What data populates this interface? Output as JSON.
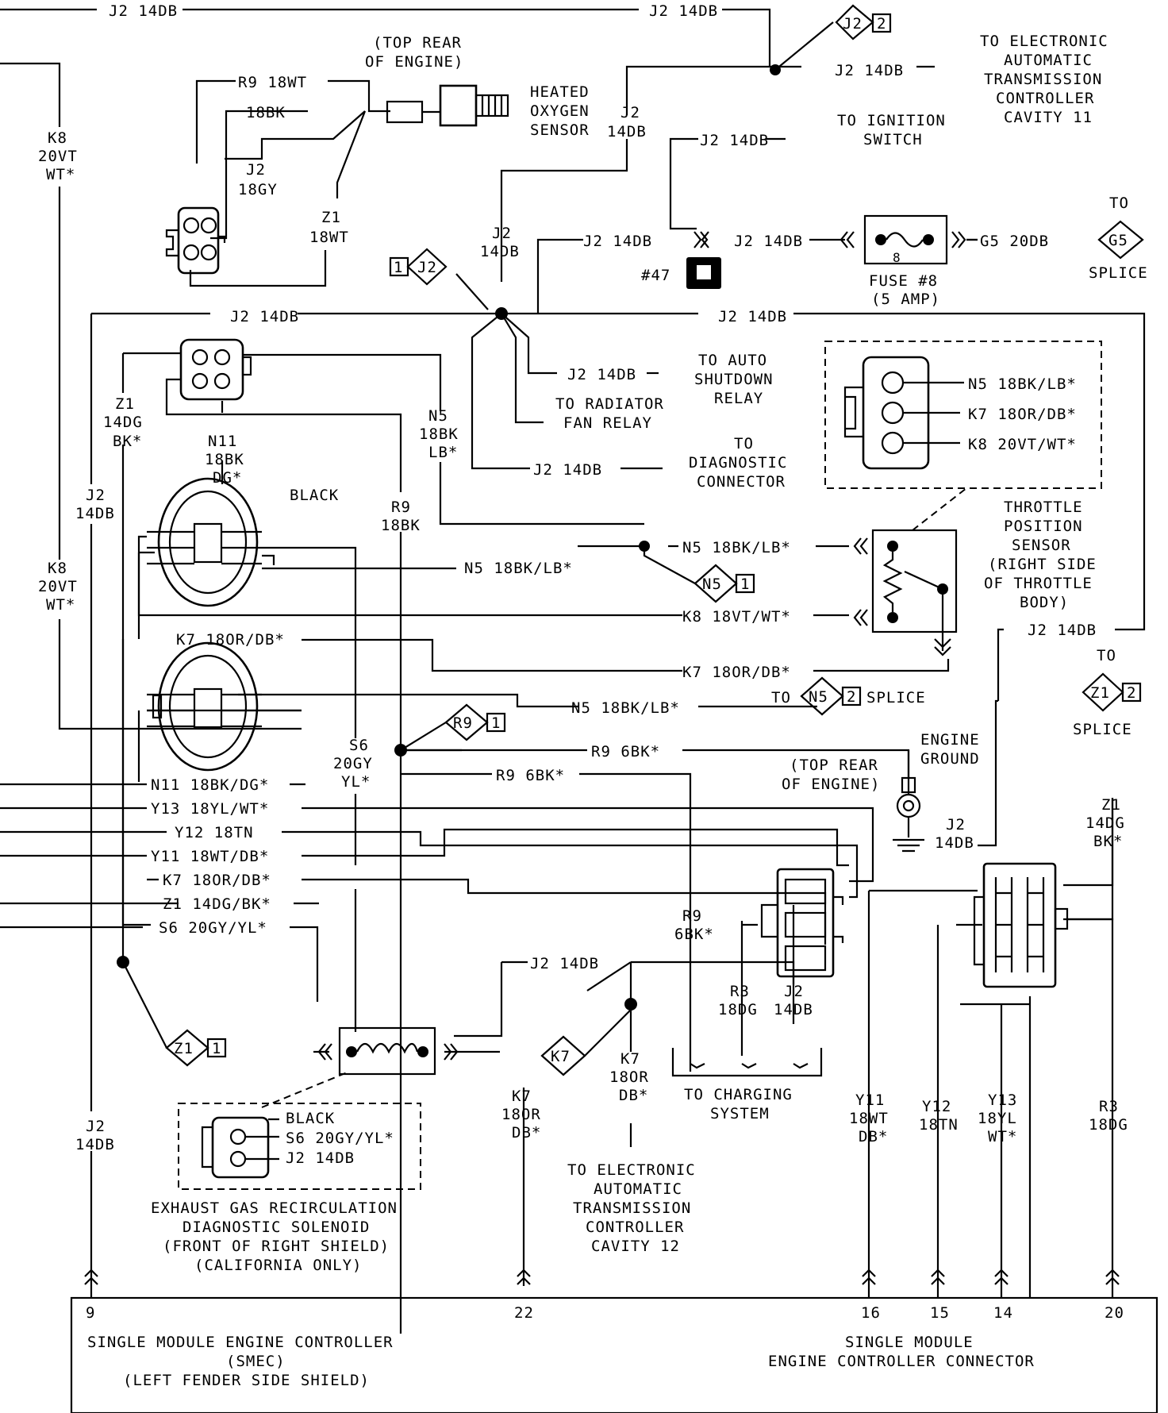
{
  "wires": {
    "j2": "J2 14DB",
    "j2_14": "14DB",
    "j2_code": "J2",
    "k8_20vt": "20VT",
    "k8_wt": "WT*",
    "k8_code": "K8",
    "z1_code": "Z1",
    "z1_14dg": "14DG",
    "z1_bk": "BK*",
    "z1_18wt": "18WT",
    "r9_18wt": "R9 18WT",
    "n11_18bk": "18BK",
    "j2_18gy": "18GY",
    "n5_label": "N5 18BK/LB*",
    "k7_label": "K7 18OR/DB*",
    "k8_label": "K8 18VT/WT*",
    "k8_20vt_wt": "K8 20VT/WT*",
    "n11_label": "N11 18BK/DG*",
    "y13_label": "Y13 18YL/WT*",
    "y12_label": "Y12 18TN",
    "y11_label": "Y11 18WT/DB*",
    "z1_label": "Z1 14DG/BK*",
    "s6_label": "S6 20GY/YL*",
    "r9_6bk": "R9 6BK*",
    "g5_label": "G5 20DB",
    "n5_code": "N5",
    "n5_18bk": "18BK",
    "n5_lb": "LB*",
    "n11_code": "N11",
    "n11_dg": "DG*",
    "r9_code": "R9",
    "r9_18bk": "18BK",
    "s6_code": "S6",
    "s6_20gy": "20GY",
    "s6_yl": "YL*",
    "r9_6bk_short": "6BK*",
    "r3_code": "R3",
    "r3_18dg": "18DG",
    "k7_code": "K7",
    "k7_18or": "18OR",
    "k7_db": "DB*",
    "y11_code": "Y11",
    "y11_18wt": "18WT",
    "y11_db": "DB*",
    "y12_code": "Y12",
    "y12_18tn": "18TN",
    "y13_code": "Y13",
    "y13_18yl": "18YL",
    "y13_wt": "WT*"
  },
  "components": {
    "o2_sensor": [
      "HEATED",
      "OXYGEN",
      "SENSOR"
    ],
    "top_rear_engine": [
      "(TOP REAR",
      "OF ENGINE)"
    ],
    "top_rear_engine2": [
      "(TOP REAR",
      "OF ENGINE)"
    ],
    "to_eatc_11": [
      "TO ELECTRONIC",
      "AUTOMATIC",
      "TRANSMISSION",
      "CONTROLLER",
      "CAVITY 11"
    ],
    "to_ignition": [
      "TO IGNITION",
      "SWITCH"
    ],
    "fuse": [
      "FUSE #8",
      "(5 AMP)"
    ],
    "fuse_no": "8",
    "connector_47": "#47",
    "to_g5": [
      "TO",
      "SPLICE"
    ],
    "to_asd": [
      "TO AUTO",
      "SHUTDOWN",
      "RELAY"
    ],
    "to_radiator": [
      "TO RADIATOR",
      "FAN RELAY"
    ],
    "to_diag": [
      "TO",
      "DIAGNOSTIC",
      "CONNECTOR"
    ],
    "tps_name": [
      "THROTTLE",
      "POSITION",
      "SENSOR",
      "(RIGHT SIDE",
      "OF THROTTLE",
      "BODY)"
    ],
    "black": "BLACK",
    "to_n5_splice": "TO",
    "splice_word": "SPLICE",
    "engine_ground": [
      "ENGINE",
      "GROUND"
    ],
    "to_z1": [
      "TO",
      "SPLICE"
    ],
    "to_charging": [
      "TO CHARGING",
      "SYSTEM"
    ],
    "to_eatc_12": [
      "TO ELECTRONIC",
      "AUTOMATIC",
      "TRANSMISSION",
      "CONTROLLER",
      "CAVITY 12"
    ],
    "egr": [
      "EXHAUST GAS RECIRCULATION",
      "DIAGNOSTIC SOLENOID",
      "(FRONT OF RIGHT SHIELD)",
      "(CALIFORNIA ONLY)"
    ],
    "egr_conn": [
      "BLACK",
      "S6 20GY/YL*",
      "J2 14DB"
    ],
    "smec": [
      "SINGLE MODULE ENGINE CONTROLLER",
      "(SMEC)",
      "(LEFT FENDER SIDE SHIELD)"
    ],
    "smec_conn": [
      "SINGLE MODULE",
      "ENGINE CONTROLLER CONNECTOR"
    ]
  },
  "splice_tags": {
    "j2": {
      "name": "J2",
      "num": "2"
    },
    "j2_1": {
      "name": "J2",
      "num": "1"
    },
    "g5": {
      "name": "G5"
    },
    "n5_1": {
      "name": "N5",
      "num": "1"
    },
    "n5_2": {
      "name": "N5",
      "num": "2"
    },
    "z1_2": {
      "name": "Z1",
      "num": "2"
    },
    "r9_1": {
      "name": "R9",
      "num": "1"
    },
    "z1_1": {
      "name": "Z1",
      "num": "1"
    },
    "k7": {
      "name": "K7"
    }
  },
  "pins": {
    "p9": "9",
    "p22": "22",
    "p16": "16",
    "p15": "15",
    "p14": "14",
    "p20": "20"
  }
}
